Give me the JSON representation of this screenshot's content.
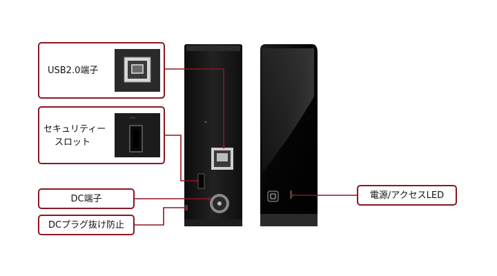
{
  "callouts": {
    "usb": {
      "label": "USB2.0端子"
    },
    "security": {
      "line1": "セキュリティー",
      "line2": "スロット"
    },
    "dc": {
      "label": "DC端子"
    },
    "dc_lock": {
      "label": "DCプラグ抜け防止"
    },
    "led": {
      "label": "電源/アクセスLED"
    }
  },
  "colors": {
    "callout_border": "#8b1520",
    "device_body": "#1a1a1a",
    "device_front": "#050505"
  },
  "icons": {
    "usb_port": "usb-b-port",
    "security_slot": "kensington-slot",
    "dc_jack": "dc-jack",
    "power_button": "power-button"
  }
}
